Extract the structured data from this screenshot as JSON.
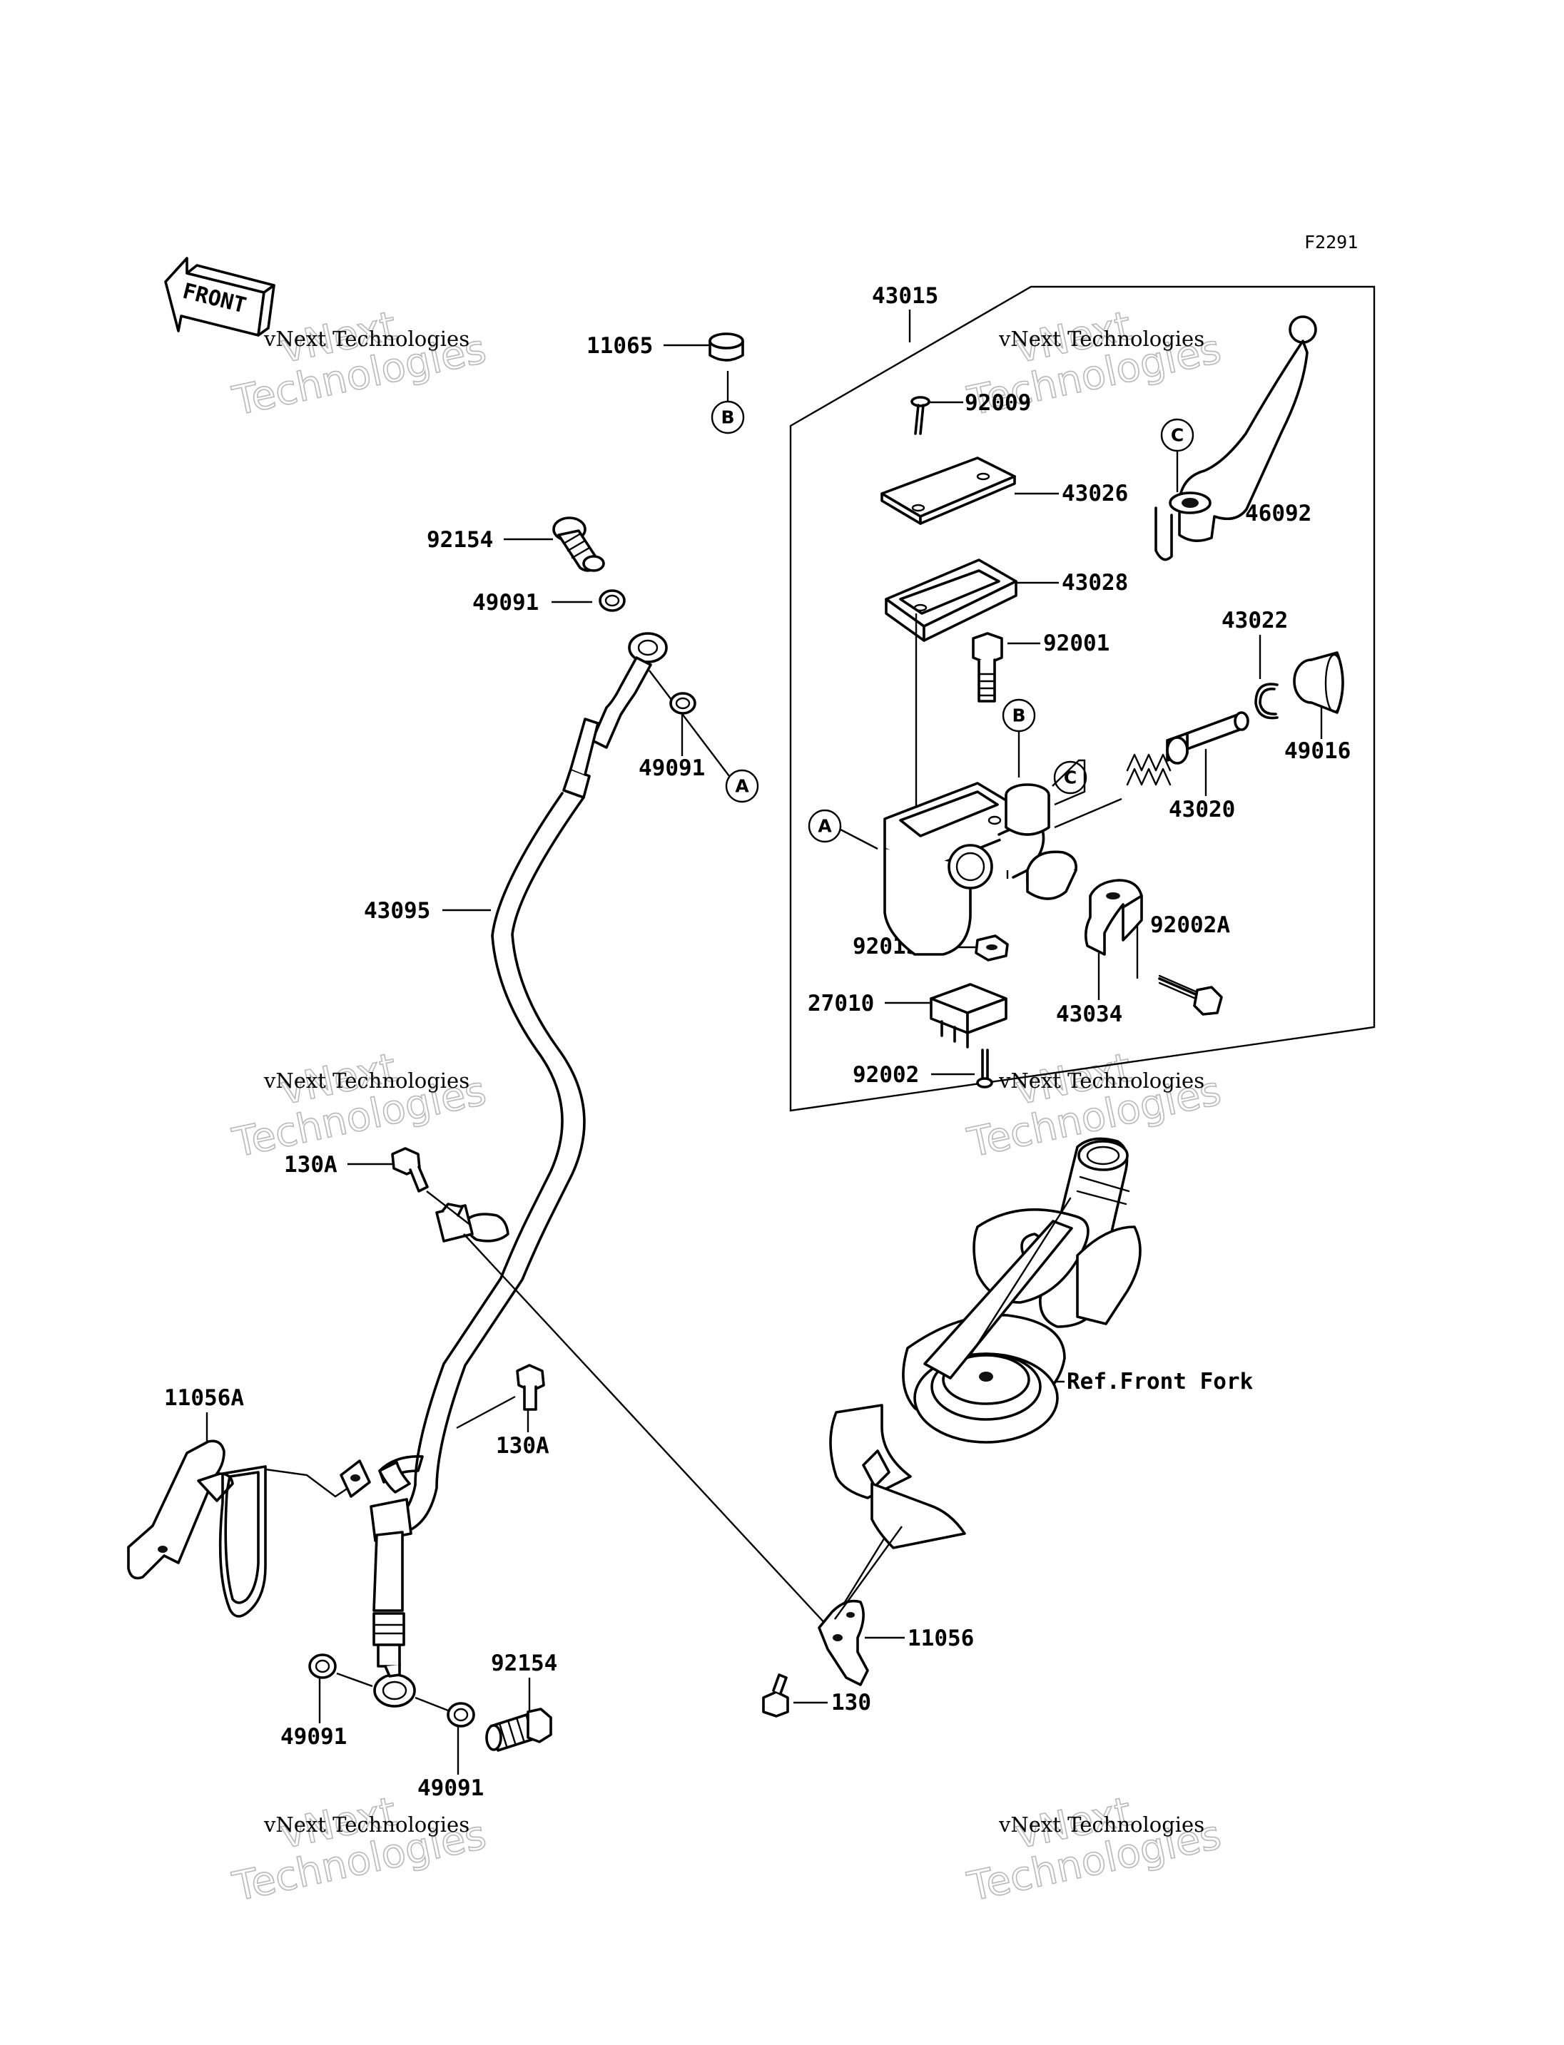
{
  "figure_code": "F2291",
  "front_arrow_label": "FRONT",
  "reference_label": "Ref.Front Fork",
  "watermark": {
    "line1": "vNext Technologies",
    "line2": "vNext\nTechnologies"
  },
  "callouts": {
    "A": "A",
    "B": "B",
    "C": "C"
  },
  "part_numbers": {
    "p43015": "43015",
    "p11065": "11065",
    "p92009": "92009",
    "p43026": "43026",
    "p46092": "46092",
    "p43028": "43028",
    "p92154_top": "92154",
    "p49091_top": "49091",
    "p92001": "92001",
    "p43022": "43022",
    "p49091_mid": "49091",
    "p49016": "49016",
    "p43020": "43020",
    "p43095": "43095",
    "p92015": "92015",
    "p92002A": "92002A",
    "p27010": "27010",
    "p43034": "43034",
    "p92002": "92002",
    "p130A_top": "130A",
    "p11056A": "11056A",
    "p130A_mid": "130A",
    "p11056": "11056",
    "p92154_bot": "92154",
    "p130": "130",
    "p49091_bl": "49091",
    "p49091_br": "49091"
  }
}
